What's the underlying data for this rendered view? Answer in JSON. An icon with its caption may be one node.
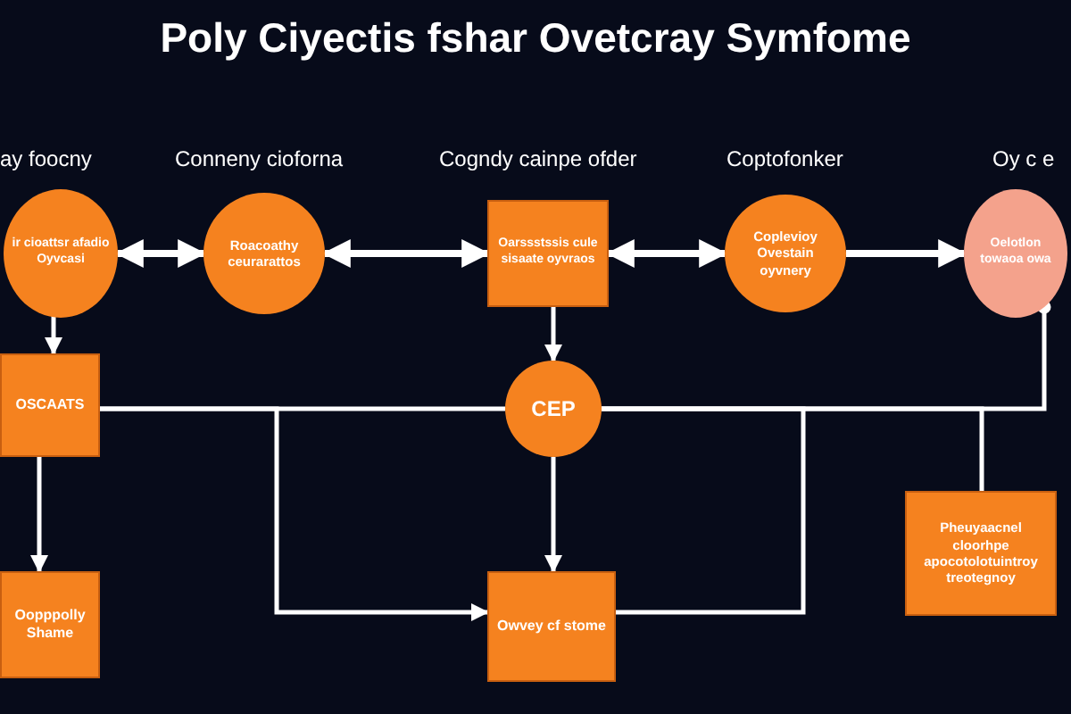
{
  "diagram": {
    "title": "Poly Ciyectis fshar Ovetcray Symfome",
    "nodes": [
      {
        "text": [
          "ay foocny",
          "ir cioattsr afadio Oyvcasi"
        ]
      },
      {
        "text": [
          "Conneny cioforna",
          "Roacoathy ceurarattos"
        ]
      },
      {
        "text": [
          "Cogndy cainpe ofder",
          "Oarssstssis cule sisaate oyvraos"
        ]
      },
      {
        "text": [
          "Coptofonker",
          "Coplevioy Ovestain oyvnery"
        ]
      },
      {
        "text": [
          "Oy c e",
          "Oelotlon towaoa owa"
        ]
      },
      {
        "text": [
          "OSCAATS"
        ]
      },
      {
        "text": [
          "CEP"
        ]
      },
      {
        "text": [
          "Oopppolly Shame"
        ]
      },
      {
        "text": [
          "Owvey cf stome"
        ]
      },
      {
        "text": [
          "Pheuyaacnel cloorhpe apocotolotuintroy treotegnoy"
        ]
      }
    ],
    "edges": [
      {
        "from": 0,
        "to": 1,
        "arrow": "both"
      },
      {
        "from": 1,
        "to": 2,
        "arrow": "both"
      },
      {
        "from": 2,
        "to": 3,
        "arrow": "both"
      },
      {
        "from": 3,
        "to": 4,
        "arrow": "to"
      },
      {
        "from": 0,
        "to": 5,
        "arrow": "to"
      },
      {
        "from": 2,
        "to": 6,
        "arrow": "to"
      },
      {
        "from": 5,
        "to": 7,
        "arrow": "to"
      },
      {
        "from": 6,
        "to": 8,
        "arrow": "to"
      },
      {
        "from": 5,
        "to": 6,
        "arrow": "none"
      },
      {
        "from": 5,
        "to": 8,
        "arrow": "to"
      },
      {
        "from": 6,
        "to": 4,
        "arrow": "other"
      },
      {
        "from": 6,
        "to": 8,
        "arrow": "none"
      },
      {
        "from": 6,
        "to": 9,
        "arrow": "none"
      }
    ]
  }
}
